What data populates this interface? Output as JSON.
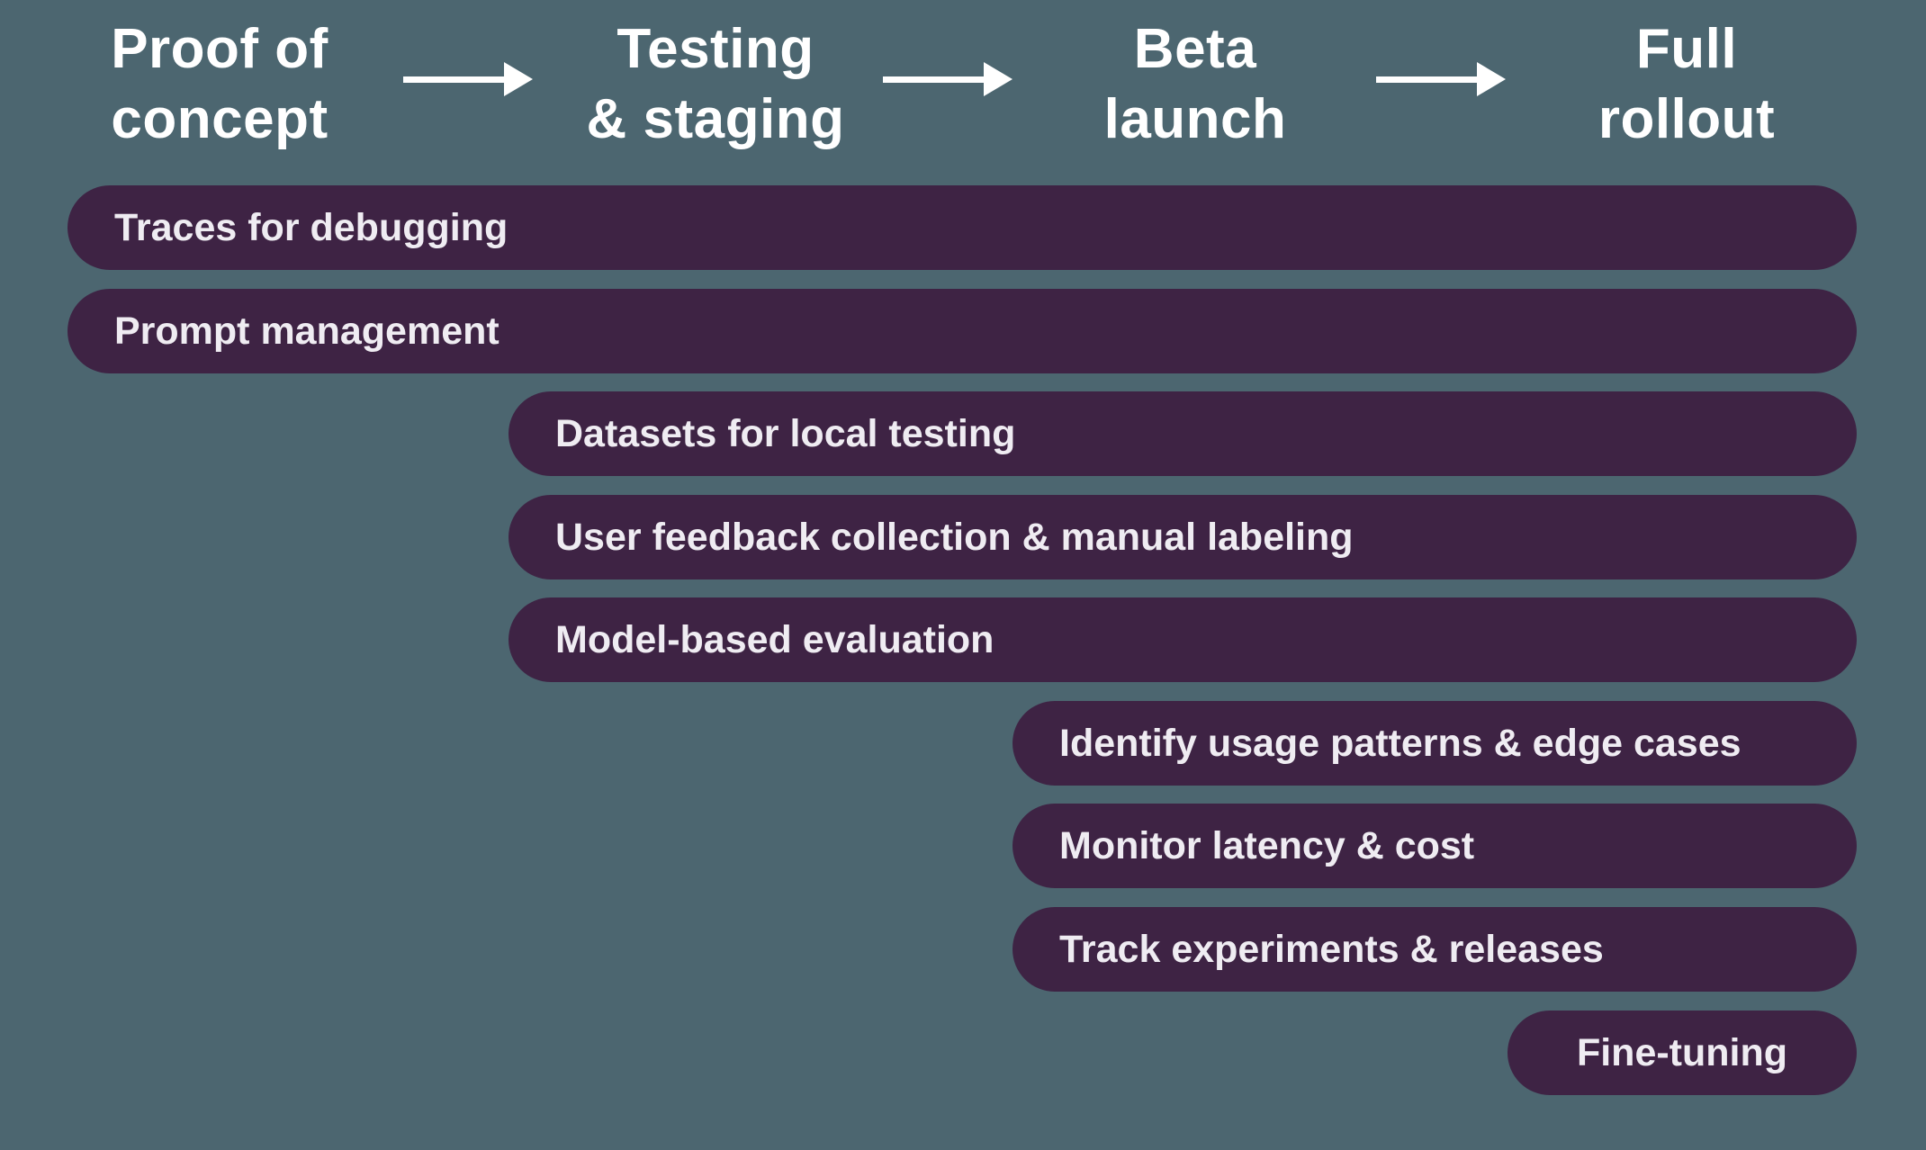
{
  "colors": {
    "background": "#4C6670",
    "bar_fill": "#3E2344",
    "header_text": "#FFFFFF",
    "bar_text": "#EFECF2",
    "arrow": "#FFFFFF"
  },
  "phases": [
    {
      "label": "Proof of concept",
      "line1": "Proof of",
      "line2": "concept"
    },
    {
      "label": "Testing & staging",
      "line1": "Testing",
      "line2": "& staging"
    },
    {
      "label": "Beta launch",
      "line1": "Beta",
      "line2": "launch"
    },
    {
      "label": "Full rollout",
      "line1": "Full",
      "line2": "rollout"
    }
  ],
  "bars": [
    {
      "label": "Traces for debugging",
      "start_phase": "Proof of concept",
      "end_phase": "Full rollout"
    },
    {
      "label": "Prompt management",
      "start_phase": "Proof of concept",
      "end_phase": "Full rollout"
    },
    {
      "label": "Datasets for local testing",
      "start_phase": "Testing & staging",
      "end_phase": "Full rollout"
    },
    {
      "label": "User feedback collection & manual labeling",
      "start_phase": "Testing & staging",
      "end_phase": "Full rollout"
    },
    {
      "label": "Model-based evaluation",
      "start_phase": "Testing & staging",
      "end_phase": "Full rollout"
    },
    {
      "label": "Identify usage patterns & edge cases",
      "start_phase": "Beta launch",
      "end_phase": "Full rollout"
    },
    {
      "label": "Monitor latency & cost",
      "start_phase": "Beta launch",
      "end_phase": "Full rollout"
    },
    {
      "label": "Track experiments & releases",
      "start_phase": "Beta launch",
      "end_phase": "Full rollout"
    },
    {
      "label": "Fine-tuning",
      "start_phase": "Full rollout",
      "end_phase": "Full rollout"
    }
  ]
}
